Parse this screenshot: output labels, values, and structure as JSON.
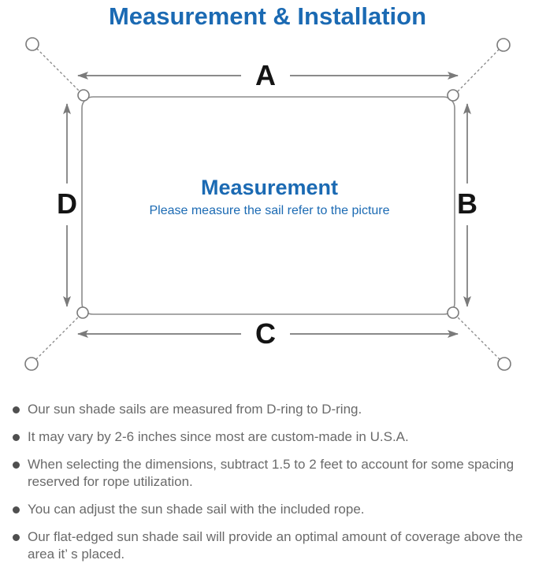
{
  "title": "Measurement & Installation",
  "diagram": {
    "labels": {
      "a": "A",
      "b": "B",
      "c": "C",
      "d": "D"
    },
    "center_title": "Measurement",
    "center_subtitle": "Please measure the sail refer to the picture"
  },
  "colors": {
    "accent_blue": "#1b6ab3",
    "line_gray": "#8c8c8c",
    "arrow_gray": "#7a7a7a",
    "text_gray": "#6a6a6a"
  },
  "bullets": [
    "Our sun shade sails are measured from D-ring to D-ring.",
    "It may vary by 2-6 inches since most are custom-made in U.S.A.",
    "When selecting the dimensions, subtract 1.5 to 2 feet to account for some spacing reserved for rope utilization.",
    "You can adjust the sun shade sail with the included rope.",
    "Our flat-edged sun shade sail will provide an optimal amount of coverage above the area it’ s placed."
  ]
}
